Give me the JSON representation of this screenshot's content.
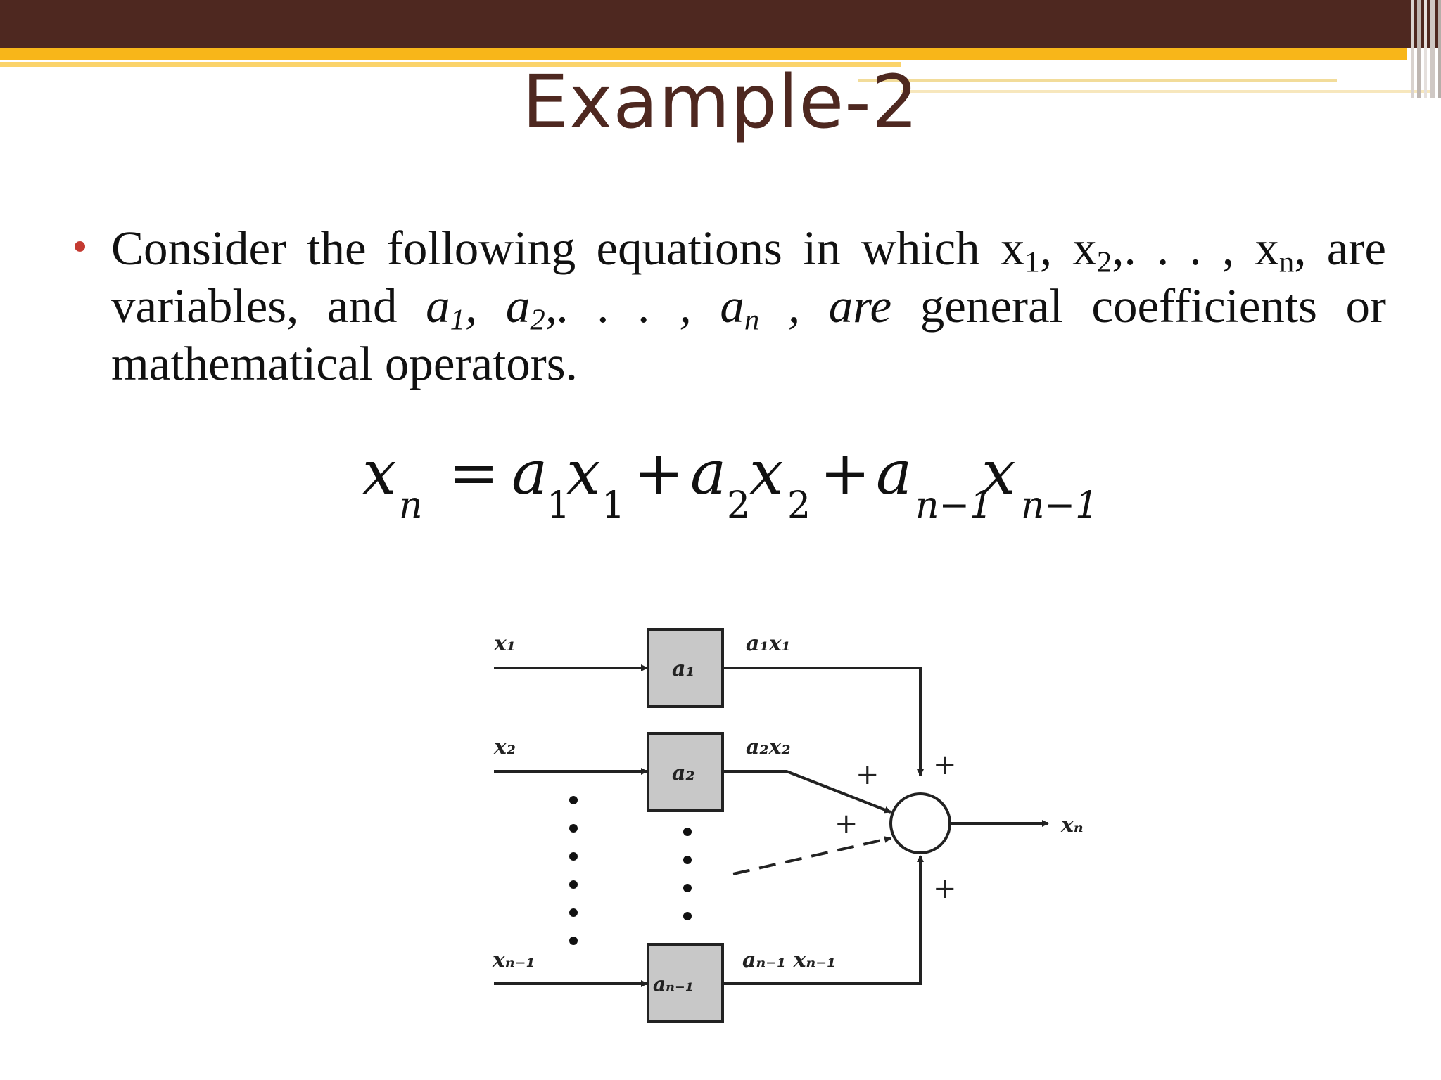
{
  "slide": {
    "title": "Example-2",
    "colors": {
      "header": "#4e2820",
      "accent_gold": "#f8b619",
      "bullet": "#c43a31",
      "block_fill": "#c8c8c8"
    }
  },
  "bullet": {
    "intro": "Consider the following equations in which x",
    "sub_1": "1",
    "sep_1": ", x",
    "sub_2": "2",
    "sep_2": ",. . . , x",
    "sub_n": "n",
    "tail_1": ", are",
    "line2_start": "variables, and ",
    "coef_a": "a",
    "coef_sep": ", ",
    "coef_dots": ",. . . , ",
    "coef_end": " , are",
    "line2_end": " general coefficients or",
    "line3": "mathematical operators."
  },
  "equation": {
    "lhs": "x",
    "lhs_sub": "n",
    "equals": "=",
    "plus": "+",
    "a": "a",
    "x": "x",
    "sub1": "1",
    "sub2": "2",
    "subn1": "n−1"
  },
  "block_diagram": {
    "inputs": [
      "x₁",
      "x₂",
      "xₙ₋₁"
    ],
    "blocks": [
      "a₁",
      "a₂",
      "aₙ₋₁"
    ],
    "products": [
      "a₁x₁",
      "a₂x₂",
      "aₙ₋₁ xₙ₋₁"
    ],
    "signs": [
      "+",
      "+",
      "+",
      "+"
    ],
    "output": "xₙ"
  }
}
